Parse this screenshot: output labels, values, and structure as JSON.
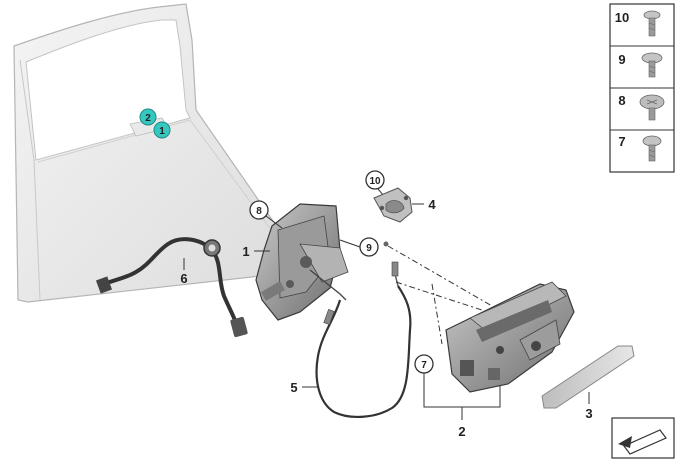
{
  "callouts": {
    "door_2": "2",
    "door_1": "1",
    "lock_1": "1",
    "screw_8": "8",
    "screw_9": "9",
    "striker_10": "10",
    "striker_4": "4",
    "harness_6": "6",
    "cable_5": "5",
    "handle_7": "7",
    "handle_2": "2",
    "cover_3": "3"
  },
  "parts_table": {
    "rows": [
      {
        "num": "10",
        "icon": "torx-screw-long-icon"
      },
      {
        "num": "9",
        "icon": "flange-screw-icon"
      },
      {
        "num": "8",
        "icon": "pan-head-screw-icon"
      },
      {
        "num": "7",
        "icon": "short-screw-icon"
      }
    ]
  },
  "colors": {
    "teal_callout": "#36c8c0",
    "line": "#333333",
    "part_gray": "#8a8a8a"
  }
}
